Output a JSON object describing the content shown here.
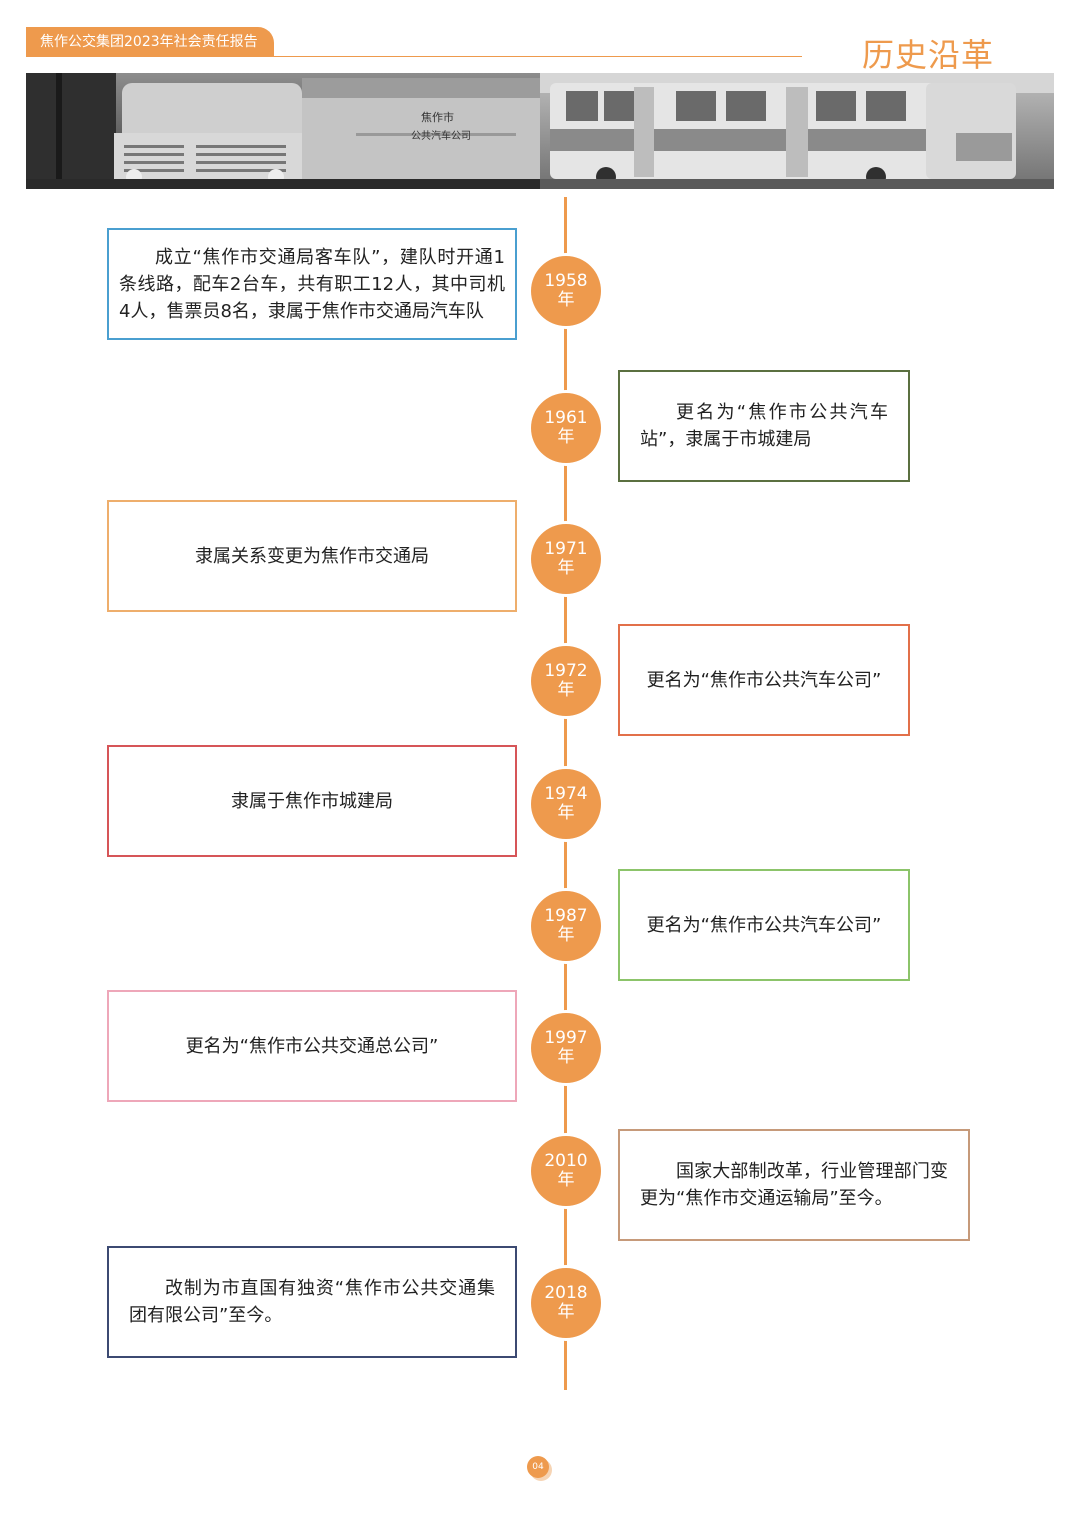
{
  "header": {
    "report_name": "焦作公交集团2023年社会责任报告",
    "section_title": "历史沿革"
  },
  "banner": {
    "left_photo_sign_line1": "焦作市",
    "left_photo_sign_line2": "公共汽车公司"
  },
  "colors": {
    "accent": "#ee9a4d"
  },
  "timeline": [
    {
      "year": "1958",
      "unit": "年",
      "side": "left",
      "border": "#4a9fd0",
      "text": "成立“焦作市交通局客车队”，建队时开通1条线路，配车2台车，共有职工12人，其中司机4人，售票员8名，隶属于焦作市交通局汽车队"
    },
    {
      "year": "1961",
      "unit": "年",
      "side": "right",
      "border": "#5b7040",
      "text": "更名为“焦作市公共汽车站”，隶属于市城建局"
    },
    {
      "year": "1971",
      "unit": "年",
      "side": "left",
      "border": "#eeae6c",
      "text": "隶属关系变更为焦作市交通局"
    },
    {
      "year": "1972",
      "unit": "年",
      "side": "right",
      "border": "#e2704a",
      "text": "更名为“焦作市公共汽车公司”"
    },
    {
      "year": "1974",
      "unit": "年",
      "side": "left",
      "border": "#d65558",
      "text": "隶属于焦作市城建局"
    },
    {
      "year": "1987",
      "unit": "年",
      "side": "right",
      "border": "#8cc46a",
      "text": "更名为“焦作市公共汽车公司”"
    },
    {
      "year": "1997",
      "unit": "年",
      "side": "left",
      "border": "#eea7b9",
      "text": "更名为“焦作市公共交通总公司”"
    },
    {
      "year": "2010",
      "unit": "年",
      "side": "right",
      "border": "#c69a7a",
      "text": "国家大部制改革，行业管理部门变更为“焦作市交通运输局”至今。"
    },
    {
      "year": "2018",
      "unit": "年",
      "side": "left",
      "border": "#3c4a72",
      "text": "改制为市直国有独资“焦作市公共交通集团有限公司”至今。"
    }
  ],
  "footer": {
    "page_number": "04"
  }
}
